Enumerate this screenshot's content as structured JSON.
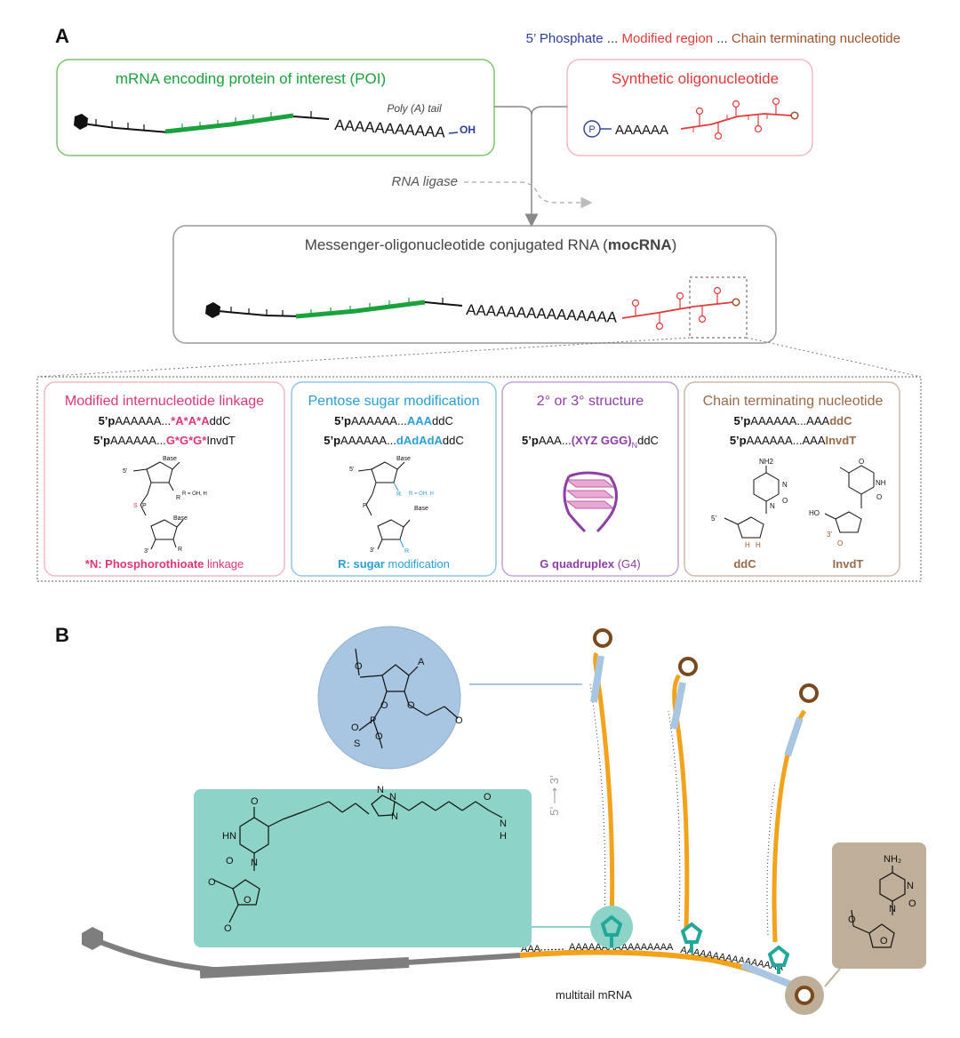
{
  "panel_a": {
    "label": "A",
    "legend": {
      "phosphate": "5’ Phosphate",
      "sep1": " ... ",
      "modified": "Modified region",
      "sep2": " ... ",
      "terminating": "Chain terminating nucleotide"
    },
    "mrna_box": {
      "title": "mRNA encoding protein of interest (POI)",
      "tail_label": "Poly (A) tail",
      "tail_seq": "AAAAAAAAAAA",
      "oh": "OH"
    },
    "oligo_box": {
      "title": "Synthetic oligonucleotide",
      "p": "P",
      "seq": "AAAAAA"
    },
    "ligase": "RNA ligase",
    "mocrna_box": {
      "title_pre": "Messenger-oligonucleotide conjugated RNA (",
      "title_bold": "mocRNA",
      "title_post": ")",
      "seq": "AAAAAAAAAAAAAAA"
    },
    "cards": [
      {
        "title": "Modified internucleotide linkage",
        "line1_a": "5’p",
        "line1_b": "AAAAAA...",
        "line1_c": "*A*A*A",
        "line1_d": "ddC",
        "line2_a": "5’p",
        "line2_b": "AAAAAA...",
        "line2_c": "G*G*G*",
        "line2_d": "InvdT",
        "r_note": "R = OH, H",
        "footer_bold": "*N: Phosphorothioate",
        "footer_rest": " linkage"
      },
      {
        "title": "Pentose sugar modification",
        "line1_a": "5’p",
        "line1_b": "AAAAAA...",
        "line1_c": "AAA",
        "line1_d": "ddC",
        "line2_a": "5’p",
        "line2_b": "AAAAAA...",
        "line2_c": "dAdAdA",
        "line2_d": "ddC",
        "r_note": "R = OH, H",
        "footer_bold": "R: sugar",
        "footer_rest": " modification"
      },
      {
        "title": "2° or 3° structure",
        "line1_a": "5’p",
        "line1_b": "AAA...",
        "line1_c": "(XYZ GGG)",
        "line1_sub": "N",
        "line1_d": "ddC",
        "footer_bold": "G quadruplex",
        "footer_rest": " (G4)"
      },
      {
        "title": "Chain terminating nucleotide",
        "line1_a": "5’p",
        "line1_b": "AAAAAA...AAA",
        "line1_c": "ddC",
        "line2_a": "5’p",
        "line2_b": "AAAAAA...AAA",
        "line2_c": "InvdT",
        "label_ddc": "ddC",
        "label_invdt": "InvdT"
      }
    ],
    "chem_labels": {
      "base": "Base",
      "five_prime": "5’",
      "three_prime": "3’",
      "r": "R",
      "s": "S",
      "p": "P",
      "o": "O",
      "nh2": "NH2",
      "nh": "NH",
      "n": "N",
      "ho": "HO",
      "h": "H"
    }
  },
  "panel_b": {
    "label": "B",
    "multitail": "multitail mRNA",
    "direction": "5’ ⟶ 3’",
    "left_seq": "AAA",
    "main_seq": "AAAAAAAAAAAAAAAA",
    "blue_labels": {
      "a": "A",
      "s": "S",
      "p": "P",
      "o": "O"
    },
    "teal_labels": {
      "hn": "HN",
      "o": "O",
      "n": "N",
      "h": "H"
    },
    "tan_labels": {
      "nh2": "NH₂",
      "n": "N",
      "o": "O"
    }
  },
  "colors": {
    "green_box": "#7dc46b",
    "mrna_green": "#1aa23c",
    "pink_box": "#f3b8c4",
    "red": "#e23a3a",
    "blue": "#2b3d99",
    "orange_brown": "#a0522d",
    "gray": "#8a8a8a",
    "magenta": "#e0357a",
    "cyan": "#2a9fd6",
    "purple": "#8e3ea6",
    "brown": "#9a6a4a",
    "orange": "#f2a31b",
    "teal": "#22a89a",
    "light_blue": "#a8c6e2",
    "teal_bg": "#8ed3c8",
    "tan_bg": "#bfae98"
  }
}
